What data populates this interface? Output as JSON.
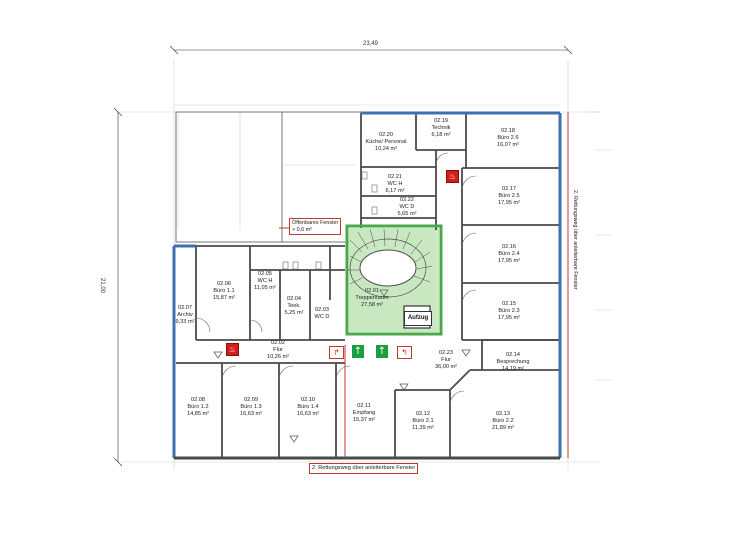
{
  "dimensions": {
    "width": "23,49",
    "height": "21,00"
  },
  "rooms": [
    {
      "number": "02.20",
      "name": "Küche/ Personal",
      "area": "10,24 m²"
    },
    {
      "number": "02.19",
      "name": "Technik",
      "area": "6,18 m²"
    },
    {
      "number": "02.18",
      "name": "Büro 2.6",
      "area": "16,07 m²"
    },
    {
      "number": "02.21",
      "name": "WC H",
      "area": "6,17 m²"
    },
    {
      "number": "02.22",
      "name": "WC D",
      "area": "5,65 m²"
    },
    {
      "number": "02.17",
      "name": "Büro 2.5",
      "area": "17,95 m²"
    },
    {
      "number": "02.06",
      "name": "Büro 1.1",
      "area": "15,87 m²"
    },
    {
      "number": "02.05",
      "name": "WC H",
      "area": "11,05 m²"
    },
    {
      "number": "02.04",
      "name": "Teek.",
      "area": "5,25 m²"
    },
    {
      "number": "02.03",
      "name": "WC D",
      "area": ""
    },
    {
      "number": "02.01",
      "name": "Treppenraum",
      "area": "27,58 m²"
    },
    {
      "number": "02.16",
      "name": "Büro 2.4",
      "area": "17,95 m²"
    },
    {
      "number": "02.15",
      "name": "Büro 2.3",
      "area": "17,95 m²"
    },
    {
      "number": "02.07",
      "name": "Archiv",
      "area": "9,33 m²"
    },
    {
      "number": "02.02",
      "name": "Flur",
      "area": "10,26 m²"
    },
    {
      "number": "02.23",
      "name": "Flur",
      "area": "36,00 m²"
    },
    {
      "number": "02.14",
      "name": "Besprechung",
      "area": "14,19 m²"
    },
    {
      "number": "02.08",
      "name": "Büro 1.2",
      "area": "14,85 m²"
    },
    {
      "number": "02.09",
      "name": "Büro 1.3",
      "area": "16,63 m²"
    },
    {
      "number": "02.10",
      "name": "Büro 1.4",
      "area": "16,63 m²"
    },
    {
      "number": "02.11",
      "name": "Empfang",
      "area": "15,37 m²"
    },
    {
      "number": "02.12",
      "name": "Büro 2.1",
      "area": "11,39 m²"
    },
    {
      "number": "02.13",
      "name": "Büro 2.2",
      "area": "21,89 m²"
    }
  ],
  "labels": {
    "elevator": "Aufzug",
    "window_note_line1": "Öffenbares Fenster",
    "window_note_line2": "> 0,6 m²",
    "escape_route_bottom": "2. Rettungsweg über anleiterbare Fenster",
    "escape_route_right": "2. Rettungsweg über anleiterbare Fenster"
  },
  "colors": {
    "wall": "#4a4a4a",
    "fire_wall": "#3f6fb0",
    "stair_green": "#4aa84a",
    "stair_fill": "#c9e8c2",
    "escape_red": "#c0392b"
  }
}
